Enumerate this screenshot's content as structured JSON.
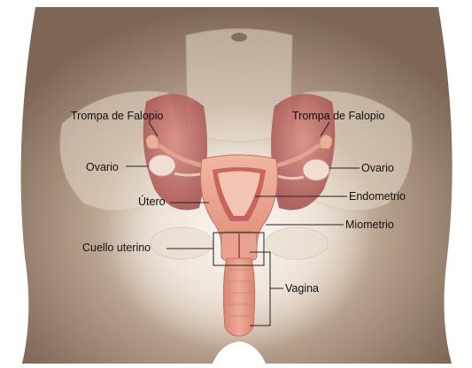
{
  "labels": {
    "fallopian_left": "Trompa de Falopio",
    "fallopian_right": "Trompa de Falopio",
    "ovary_left": "Ovario",
    "ovary_right": "Ovario",
    "uterus": "Útero",
    "endometrium": "Endometrio",
    "myometrium": "Miometrio",
    "cervix": "Cuello uterino",
    "vagina": "Vagina"
  },
  "colors": {
    "skin_dark": "#8d7564",
    "skin_light": "#cdbdac",
    "glow": "#f4efe8",
    "uterus": "#e9a38e",
    "uterus_dark": "#c9695e",
    "ovary": "#f1ddd2",
    "muscle": "#b85a57",
    "leader": "#222222"
  }
}
